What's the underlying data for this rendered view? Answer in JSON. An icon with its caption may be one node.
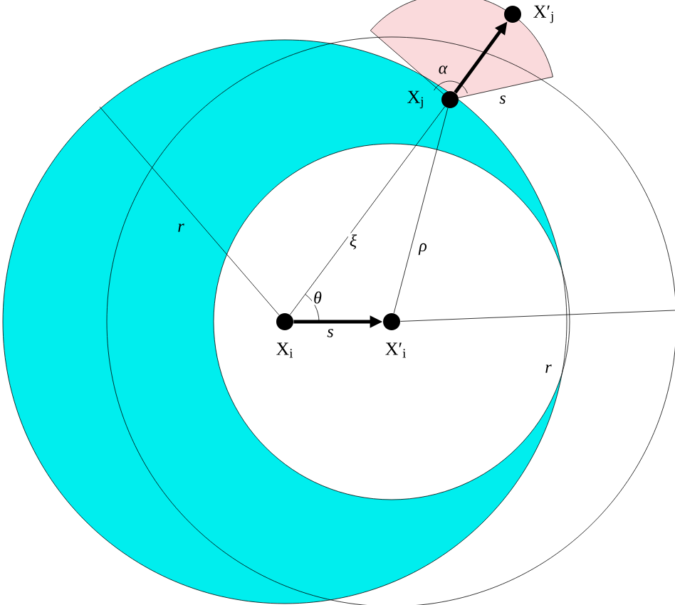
{
  "diagram": {
    "nodes": [
      {
        "text": [],
        "shape": "circle",
        "beside": [
          "X$_{i}$"
        ]
      },
      {
        "text": [],
        "shape": "circle",
        "beside": [
          "X′$_{i}$"
        ]
      },
      {
        "text": [],
        "shape": "circle",
        "beside": [
          "X$_{j}$"
        ]
      },
      {
        "text": [],
        "shape": "circle",
        "beside": [
          "X′$_{j}$"
        ]
      }
    ],
    "edges": [
      {
        "from": 0,
        "to": 1,
        "arrow": "to",
        "label": "s",
        "style": "thick"
      },
      {
        "from": 2,
        "to": 3,
        "arrow": "to",
        "style": "thick"
      },
      {
        "from": 0,
        "to": 2,
        "arrow": "none",
        "label": "ξ"
      },
      {
        "from": 1,
        "to": 2,
        "arrow": "none",
        "label": "ρ"
      },
      {
        "from": 0,
        "to": null,
        "arrow": "none",
        "label": "r"
      },
      {
        "from": 1,
        "to": null,
        "arrow": "none",
        "label": "r"
      }
    ],
    "labels": [
      "α",
      "s",
      "θ"
    ]
  }
}
